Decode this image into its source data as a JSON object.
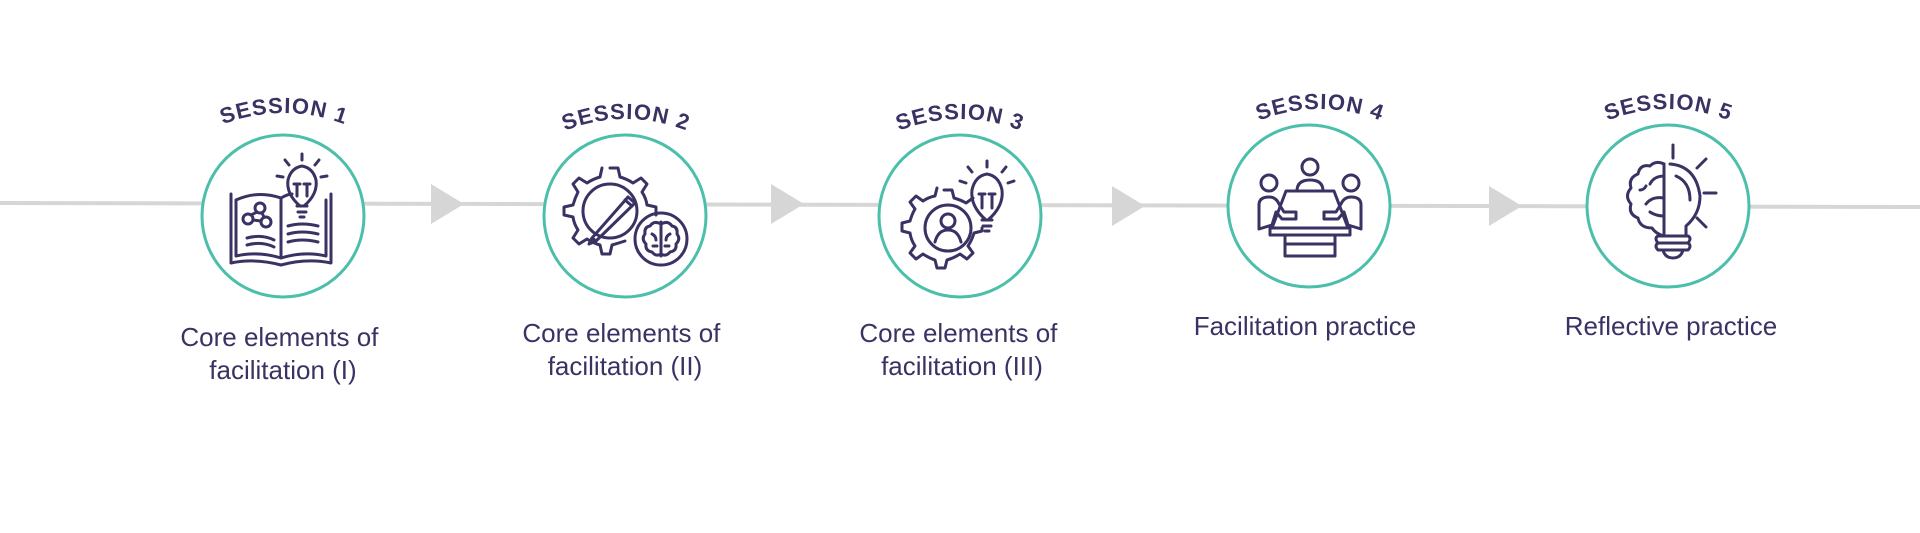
{
  "colors": {
    "timeline": "#d6d6d6",
    "circle": "#4cbfaa",
    "ink": "#3b3264"
  },
  "sessions": [
    {
      "label": "SESSION 1",
      "title": "Core elements of\nfacilitation (I)",
      "icon": "book-lightbulb-icon"
    },
    {
      "label": "SESSION 2",
      "title": "Core elements of\nfacilitation (II)",
      "icon": "gear-pencil-brain-icon"
    },
    {
      "label": "SESSION 3",
      "title": "Core elements of\nfacilitation (III)",
      "icon": "gear-person-lightbulb-icon"
    },
    {
      "label": "SESSION 4",
      "title": "Facilitation practice",
      "icon": "meeting-table-icon"
    },
    {
      "label": "SESSION 5",
      "title": "Reflective practice",
      "icon": "brain-lightbulb-icon"
    }
  ]
}
